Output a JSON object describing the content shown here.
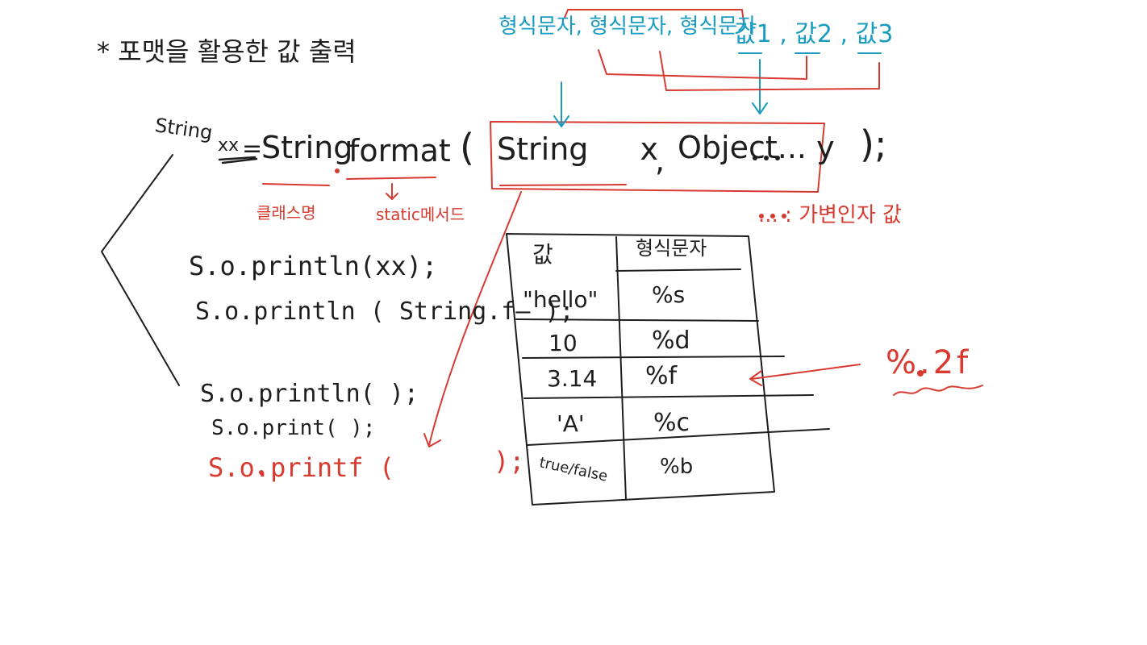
{
  "heading": "* 포맷을 활용한 값 출력",
  "format_call": {
    "return_type": "String",
    "variable": "xx",
    "equals": "=",
    "class_name": "String",
    "dot": ".",
    "method": "format",
    "open_paren": "(",
    "param1": "String x",
    "comma": ",",
    "param2": "Object... y",
    "close": ");"
  },
  "labels": {
    "class_name": "클래스명",
    "static_method": "static메서드",
    "varargs_note": "... : 가변인자 값"
  },
  "top_annotations": {
    "format_chars": "형식문자, 형식문자, 형식문자",
    "values": "값1 , 값2 , 값3"
  },
  "print_lines": {
    "line1": "S.o.println(xx);",
    "line2": "S.o.println ( String.f—   );",
    "line3": "S.o.println( );",
    "line4": "S.o.print( );",
    "line5": "S.o.printf (",
    "line5_close": ");"
  },
  "table": {
    "headers": [
      "값",
      "형식문자"
    ],
    "rows": [
      [
        "\"hello\"",
        "%s"
      ],
      [
        "10",
        "%d"
      ],
      [
        "3.14",
        "%f"
      ],
      [
        "'A'",
        "%c"
      ],
      [
        "true/false",
        "%b"
      ]
    ]
  },
  "side_note": "%.2f",
  "colors": {
    "black": "#1e1e1e",
    "red": "#d83a30",
    "blue": "#1a9cc0"
  }
}
